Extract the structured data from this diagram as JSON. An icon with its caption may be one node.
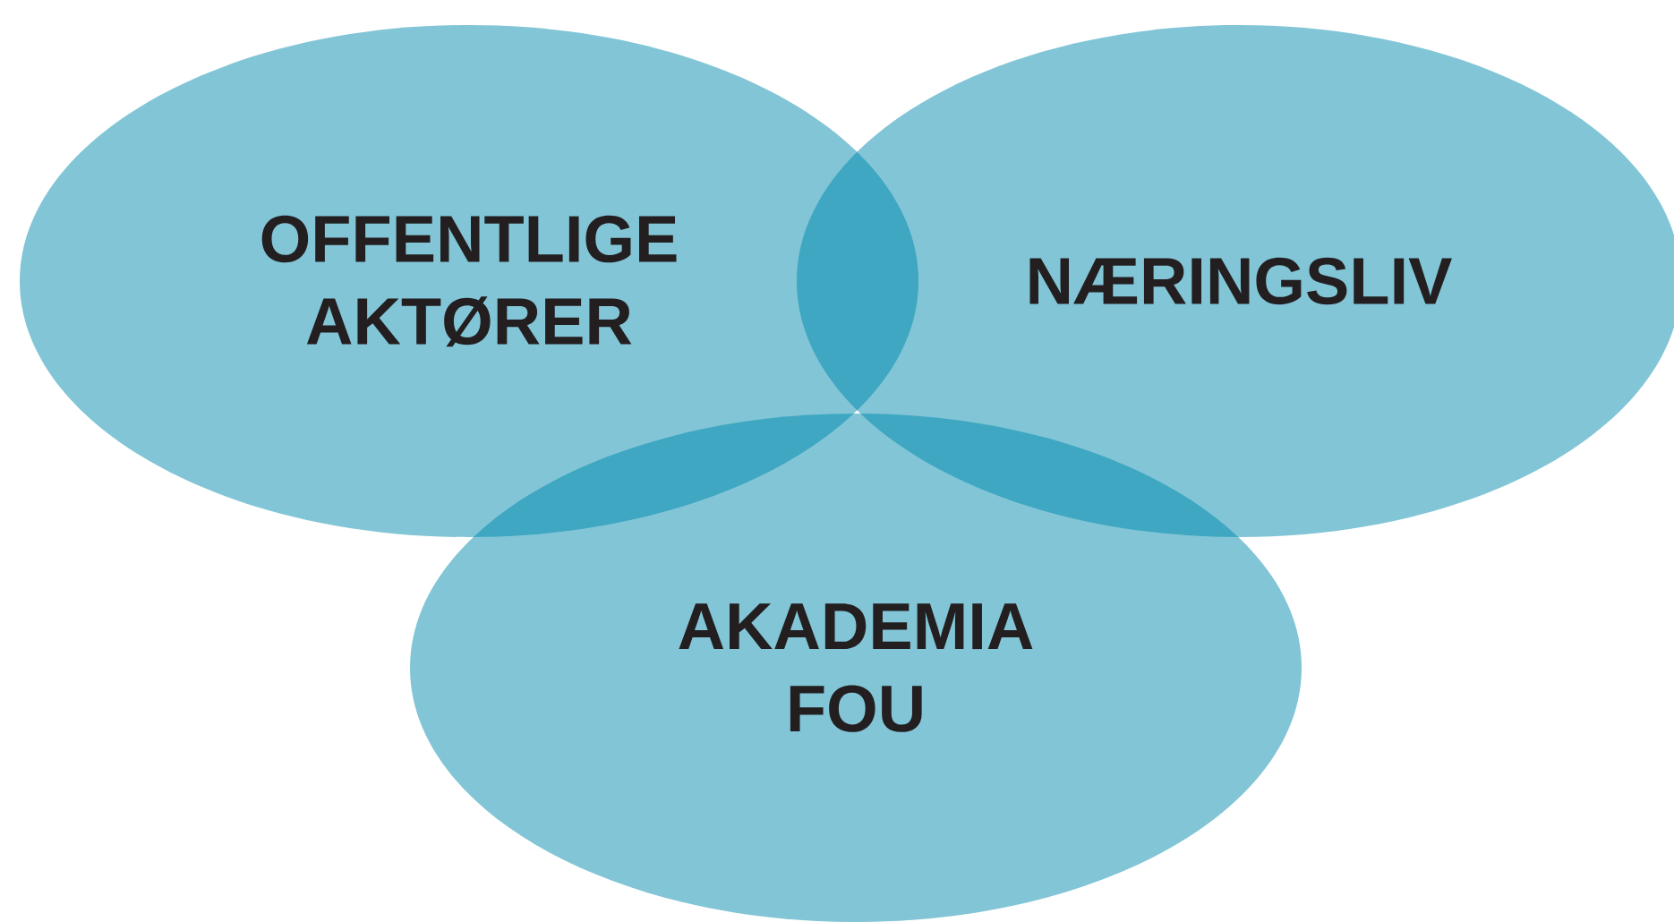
{
  "diagram": {
    "nodes": [
      {
        "text": [
          "OFFENTLIGE AKTØRER"
        ]
      },
      {
        "text": [
          "NÆRINGSLIV"
        ]
      },
      {
        "text": [
          "AKADEMIA FOU"
        ]
      }
    ]
  }
}
